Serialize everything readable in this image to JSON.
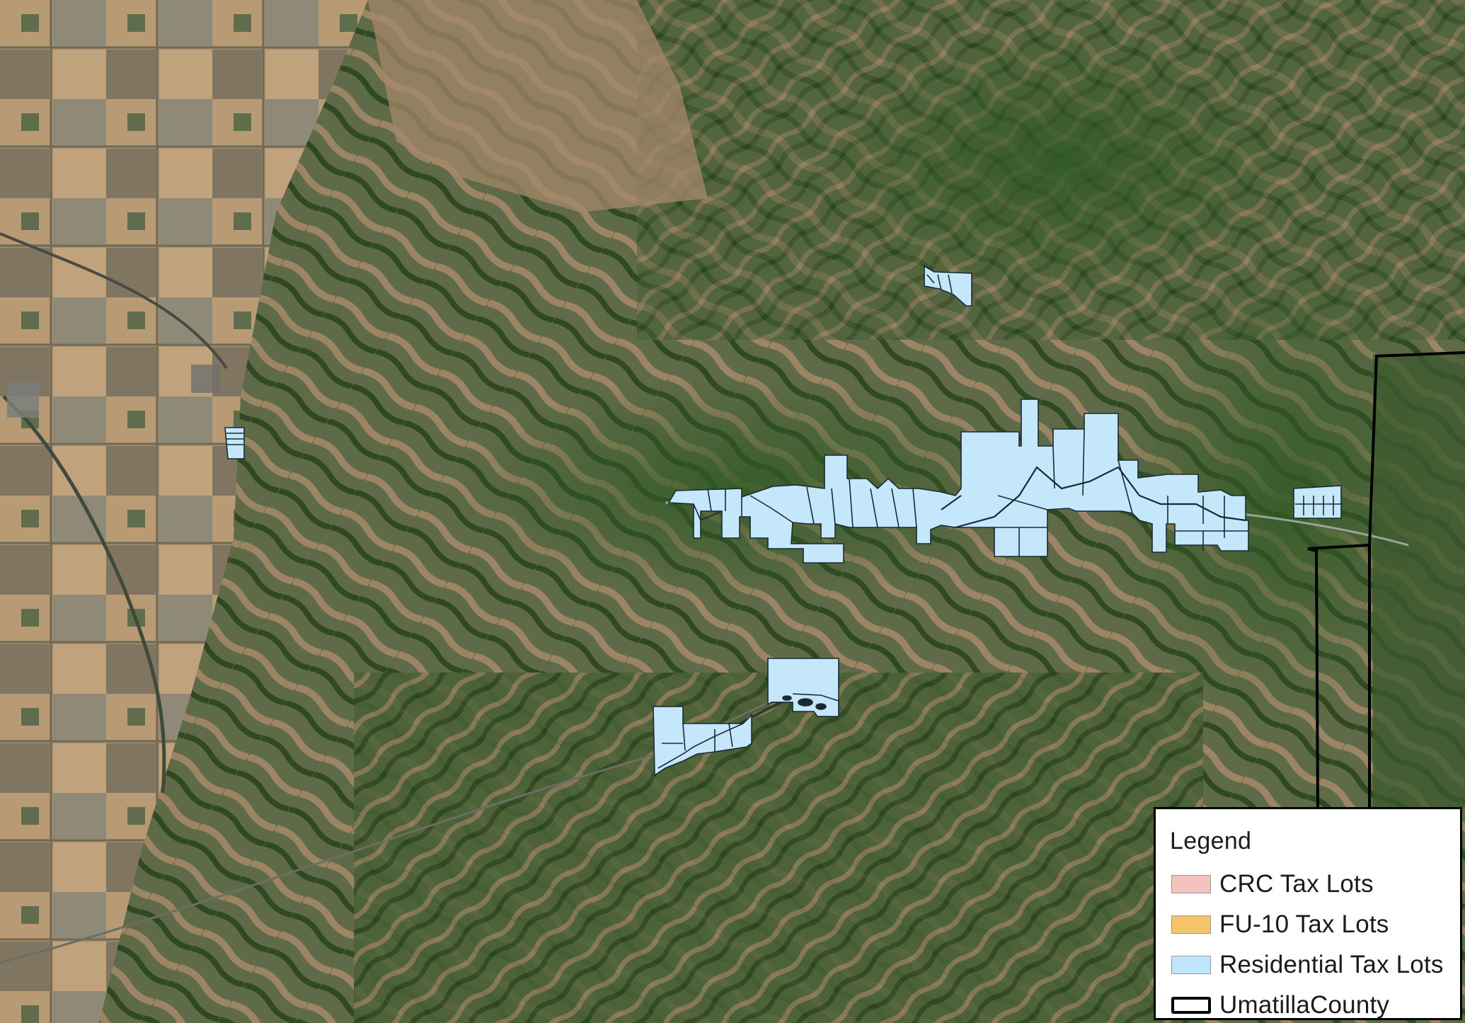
{
  "legend": {
    "title": "Legend",
    "items": [
      {
        "label": "CRC Tax Lots",
        "color": "#f5c3bd",
        "style": "fill"
      },
      {
        "label": "FU-10 Tax Lots",
        "color": "#f5c56b",
        "style": "fill"
      },
      {
        "label": "Residential Tax Lots",
        "color": "#bfe6fa",
        "style": "fill"
      },
      {
        "label": "UmatillaCounty",
        "color": "#000000",
        "style": "outline"
      }
    ]
  },
  "colors": {
    "residential_fill": "#c4e7fb",
    "parcel_line": "#1a2a33",
    "county_boundary": "#000000",
    "forest": "#3d5a2a",
    "hill_tan": "#9a8564",
    "farm_tan": "#a9906a"
  }
}
